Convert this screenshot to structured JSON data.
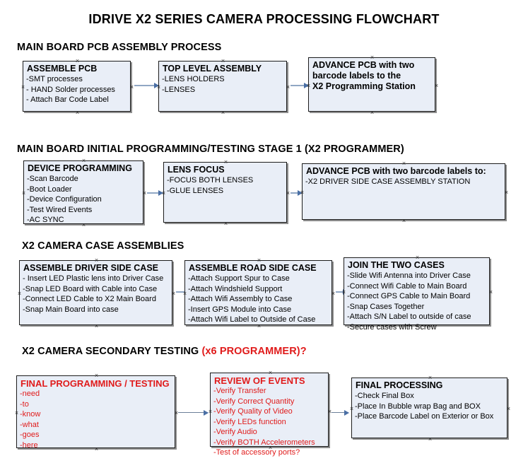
{
  "title": "IDRIVE X2  SERIES CAMERA PROCESSING FLOWCHART",
  "sections": [
    {
      "id": "sec1",
      "heading": "MAIN BOARD PCB ASSEMBLY PROCESS",
      "accent": ""
    },
    {
      "id": "sec2",
      "heading": "MAIN BOARD INITIAL PROGRAMMING/TESTING STAGE 1 (X2 PROGRAMMER)",
      "accent": ""
    },
    {
      "id": "sec3",
      "heading": "X2 CAMERA CASE ASSEMBLIES",
      "accent": ""
    },
    {
      "id": "sec4",
      "heading": "X2 CAMERA SECONDARY TESTING ",
      "accent": "(x6 PROGRAMMER)?"
    }
  ],
  "boxes": {
    "assemble_pcb": {
      "title": "ASSEMBLE PCB",
      "lines": [
        "-SMT processes",
        "- HAND Solder processes",
        "- Attach Bar Code Label"
      ]
    },
    "top_level_assembly": {
      "title": "TOP LEVEL ASSEMBLY",
      "lines": [
        "-LENS HOLDERS",
        "-LENSES"
      ]
    },
    "advance_pcb_station": {
      "title": "ADVANCE PCB with two",
      "title2": "barcode labels to the",
      "title3": " X2 Programming Station",
      "lines": []
    },
    "device_programming": {
      "title": "DEVICE PROGRAMMING",
      "lines": [
        "-Scan Barcode",
        "-Boot Loader",
        "-Device Configuration",
        "-Test Wired Events",
        "-AC SYNC"
      ]
    },
    "lens_focus": {
      "title": "LENS FOCUS",
      "lines": [
        "-FOCUS BOTH LENSES",
        "-GLUE LENSES"
      ]
    },
    "advance_pcb_driver": {
      "title": "ADVANCE PCB with two barcode labels to:",
      "lines": [
        "-X2 DRIVER  SIDE  CASE  ASSEMBLY STATION"
      ]
    },
    "driver_side_case": {
      "title": "ASSEMBLE DRIVER SIDE CASE",
      "lines": [
        "- Insert LED Plastic lens into Driver Case",
        "-Snap LED Board with Cable into Case",
        "-Connect LED Cable to X2 Main Board",
        "-Snap Main Board into case"
      ]
    },
    "road_side_case": {
      "title": "ASSEMBLE ROAD SIDE CASE",
      "lines": [
        "-Attach Support Spur to Case",
        "-Attach Windshield Support",
        "-Attach Wifi Assembly to Case",
        "-Insert GPS Module into Case",
        "-Attach Wifi Label to Outside of Case"
      ]
    },
    "join_two_cases": {
      "title": "JOIN THE TWO CASES",
      "lines": [
        "-Slide Wifi Antenna into Driver Case",
        "-Connect Wifi Cable to Main Board",
        "-Connect GPS Cable to Main Board",
        "-Snap Cases Together",
        "-Attach S/N Label to outside of case",
        "-Secure cases with Screw"
      ]
    },
    "final_programming": {
      "title": "FINAL PROGRAMMING / TESTING",
      "lines": [
        "-need",
        "-to",
        "-know",
        "-what",
        "-goes",
        "-here"
      ]
    },
    "review_of_events": {
      "title": "REVIEW OF EVENTS",
      "lines": [
        "-Verify Transfer",
        "-Verify Correct Quantity",
        "-Verify Quality of Video",
        "-Verify LEDs function",
        "-Verify Audio",
        "-Verify BOTH Accelerometers",
        "-Test of accessory ports?"
      ]
    },
    "final_processing": {
      "title": "FINAL PROCESSING",
      "lines": [
        " -Check Final Box",
        "-Place In Bubble wrap Bag and BOX",
        "-Place Barcode Label on Exterior or Box"
      ]
    }
  },
  "colors": {
    "box_fill": "#e9eef7",
    "box_border": "#1c1c1c",
    "box_shadow": "#8e8e8e",
    "accent_red": "#e01b1b",
    "connector": "#90a7c4",
    "arrow_head": "#4a6fa5"
  }
}
